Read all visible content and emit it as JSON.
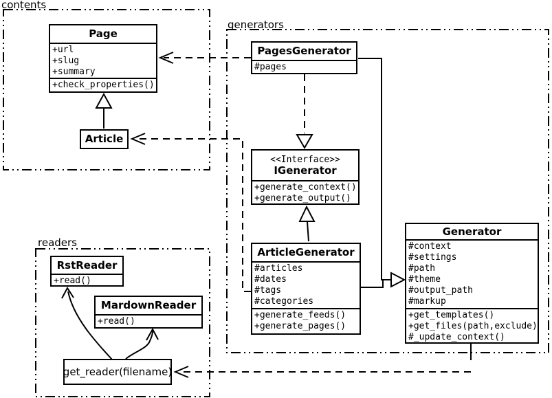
{
  "packages": {
    "contents": {
      "label": "contents"
    },
    "generators": {
      "label": "generators"
    },
    "readers": {
      "label": "readers"
    }
  },
  "classes": {
    "page": {
      "title": "Page",
      "attributes": [
        "+url",
        "+slug",
        "+summary"
      ],
      "methods": [
        "+check_properties()"
      ]
    },
    "article": {
      "title": "Article"
    },
    "pages_generator": {
      "title": "PagesGenerator",
      "attributes": [
        "#pages"
      ]
    },
    "igenerator": {
      "stereotype": "<<Interface>>",
      "title": "IGenerator",
      "methods": [
        "+generate_context()",
        "+generate_output()"
      ]
    },
    "article_generator": {
      "title": "ArticleGenerator",
      "attributes": [
        "#articles",
        "#dates",
        "#tags",
        "#categories"
      ],
      "methods": [
        "+generate_feeds()",
        "+generate_pages()"
      ]
    },
    "generator": {
      "title": "Generator",
      "attributes": [
        "#context",
        "#settings",
        "#path",
        "#theme",
        "#output_path",
        "#markup"
      ],
      "methods": [
        "+get_templates()",
        "+get_files(path,exclude)",
        "#_update_context()"
      ]
    },
    "rst_reader": {
      "title": "RstReader",
      "methods": [
        "+read()"
      ]
    },
    "mardown_reader": {
      "title": "MardownReader",
      "methods": [
        "+read()"
      ]
    },
    "get_reader": {
      "title": "get_reader(filename)"
    }
  },
  "colors": {
    "line": "#000000",
    "background": "#ffffff"
  }
}
